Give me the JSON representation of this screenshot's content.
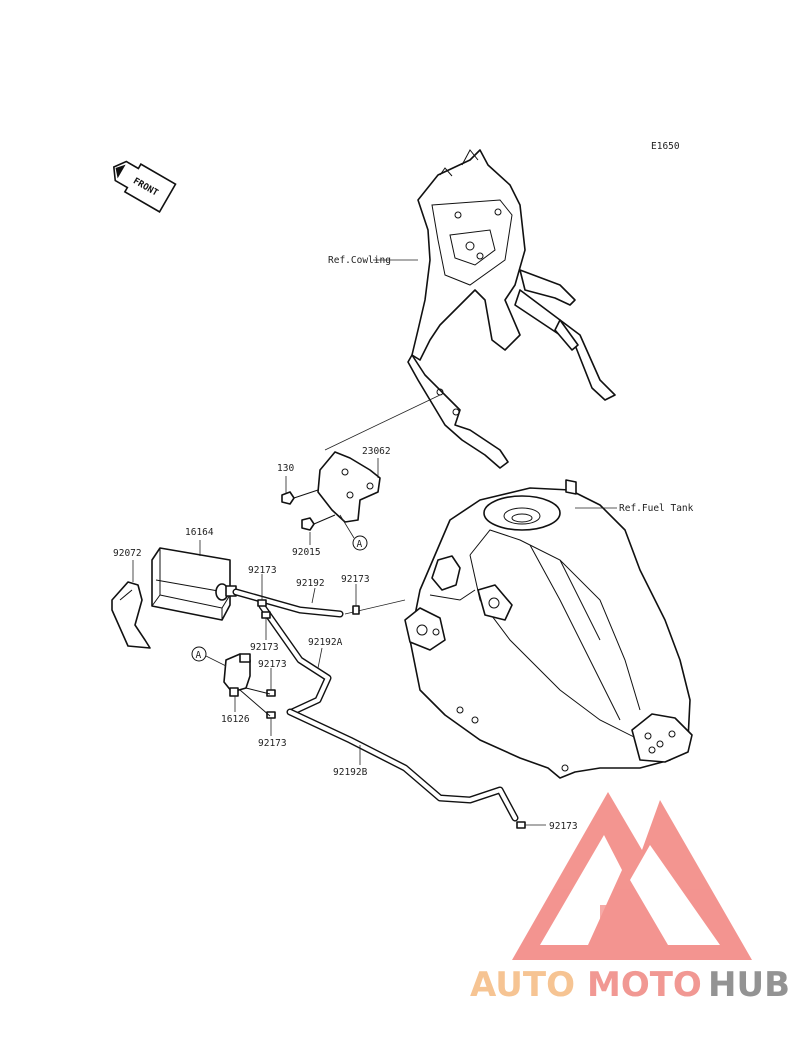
{
  "diagram": {
    "code": "E1650",
    "front_arrow": "FRONT",
    "callouts": {
      "ref_cowling": "Ref.Cowling",
      "ref_fuel_tank": "Ref.Fuel Tank",
      "p23062": "23062",
      "p130": "130",
      "p92015": "92015",
      "p16164": "16164",
      "p92072": "92072",
      "p92173_a": "92173",
      "p92173_b": "92173",
      "p92173_c": "92173",
      "p92173_d": "92173",
      "p92173_e": "92173",
      "p92173_f": "92173",
      "p92192": "92192",
      "p92192A": "92192A",
      "p92192B": "92192B",
      "p16126": "16126",
      "ref_a_top": "A",
      "ref_a_bottom": "A"
    }
  },
  "watermark": {
    "part1": "AUTO",
    "part2": "MOTO",
    "part3": "HUB",
    "colors": {
      "auto": "#f6c08a",
      "moto": "#f0908a",
      "hub": "#8a8a8a",
      "logo": "#f28c87"
    }
  }
}
